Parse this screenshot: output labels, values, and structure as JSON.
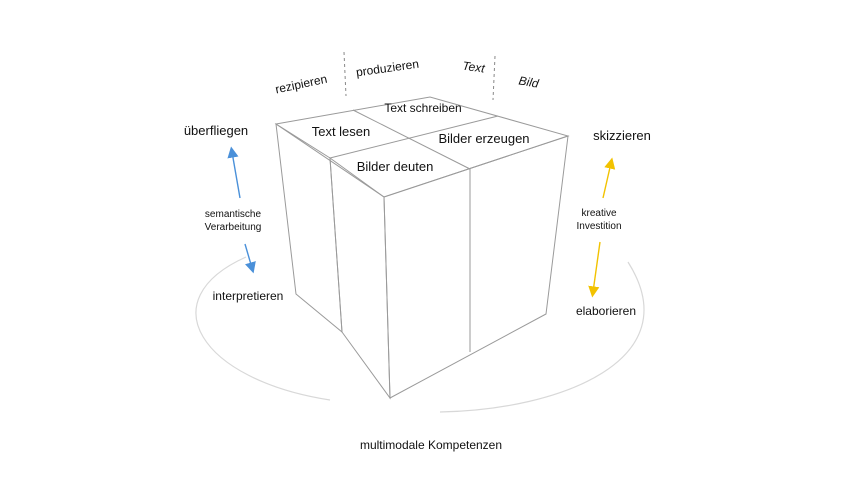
{
  "axis_labels": {
    "rezipieren": "rezipieren",
    "produzieren": "produzieren",
    "text": "Text",
    "bild": "Bild"
  },
  "cells": {
    "text_schreiben": "Text schreiben",
    "text_lesen": "Text lesen",
    "bilder_erzeugen": "Bilder erzeugen",
    "bilder_deuten": "Bilder deuten"
  },
  "left_axis": {
    "top": "überfliegen",
    "middle_line1": "semantische",
    "middle_line2": "Verarbeitung",
    "bottom": "interpretieren",
    "color": "#4a90d9"
  },
  "right_axis": {
    "top": "skizzieren",
    "middle_line1": "kreative",
    "middle_line2": "Investition",
    "bottom": "elaborieren",
    "color": "#f2c200"
  },
  "caption": "multimodale Kompetenzen"
}
